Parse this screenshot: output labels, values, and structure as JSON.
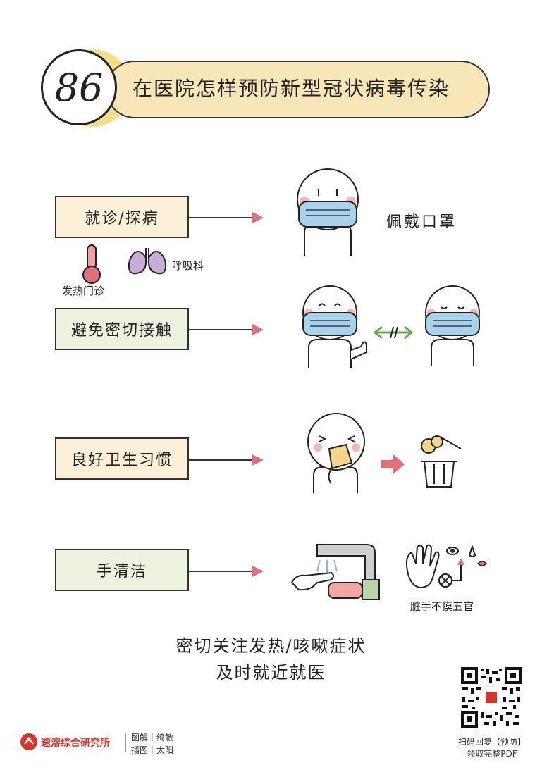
{
  "header": {
    "number": "86",
    "title": "在医院怎样预防新型冠状病毒传染"
  },
  "steps": [
    {
      "label": "就诊/探病",
      "result": "佩戴口罩",
      "notes": [
        "发热门诊",
        "呼吸科"
      ]
    },
    {
      "label": "避免密切接触"
    },
    {
      "label": "良好卫生习惯"
    },
    {
      "label": "手清洁",
      "note": "脏手不摸五官"
    }
  ],
  "bottom": {
    "line1": "密切关注发热/咳嗽症状",
    "line2": "及时就近就医"
  },
  "footer": {
    "org": "速溶综合研究所",
    "credit1": "图解｜绮敏",
    "credit2": "插图｜太阳",
    "qr_line1": "扫码回复【预防】",
    "qr_line2": "领取完整PDF"
  },
  "colors": {
    "accent_red": "#e0707a",
    "mask_blue": "#a9d2ec",
    "banner": "#f9e6b8",
    "moon": "#f6dd8c"
  },
  "icons": [
    "thermometer-icon",
    "lungs-icon",
    "masked-person-icon",
    "no-contact-arrow-icon",
    "sneezing-person-icon",
    "trash-can-icon",
    "faucet-icon",
    "soap-icon",
    "hand-icon",
    "qr-code-icon"
  ]
}
